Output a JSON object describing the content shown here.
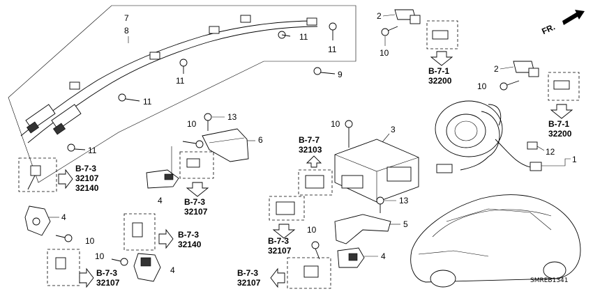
{
  "callouts": {
    "c7": "7",
    "c8": "8",
    "c11a": "11",
    "c11b": "11",
    "c11c": "11",
    "c11d": "11",
    "c11e": "11",
    "c9": "9",
    "c2a": "2",
    "c2b": "2",
    "c10a": "10",
    "c10b": "10",
    "c10c": "10",
    "c10d": "10",
    "c10e": "10",
    "c10f": "10",
    "c10g": "10",
    "c13a": "13",
    "c13b": "13",
    "c6": "6",
    "c3": "3",
    "c4a": "4",
    "c4b": "4",
    "c4c": "4",
    "c4d": "4",
    "c5": "5",
    "c12": "12",
    "c1": "1"
  },
  "refs": {
    "r1": {
      "sec": "B-7-3",
      "codes": [
        "32107",
        "32140"
      ]
    },
    "r2": {
      "sec": "B-7-3",
      "codes": [
        "32107"
      ]
    },
    "r3": {
      "sec": "B-7-3",
      "codes": [
        "32140"
      ]
    },
    "r4": {
      "sec": "B-7-3",
      "codes": [
        "32107"
      ]
    },
    "r5": {
      "sec": "B-7-7",
      "codes": [
        "32103"
      ]
    },
    "r6": {
      "sec": "B-7-3",
      "codes": [
        "32107"
      ]
    },
    "r7": {
      "sec": "B-7-3",
      "codes": [
        "32107"
      ]
    },
    "r8": {
      "sec": "B-7-1",
      "codes": [
        "32200"
      ]
    },
    "r9": {
      "sec": "B-7-1",
      "codes": [
        "32200"
      ]
    }
  },
  "direction_label": "FR.",
  "diagram_code": "SMREB1341"
}
